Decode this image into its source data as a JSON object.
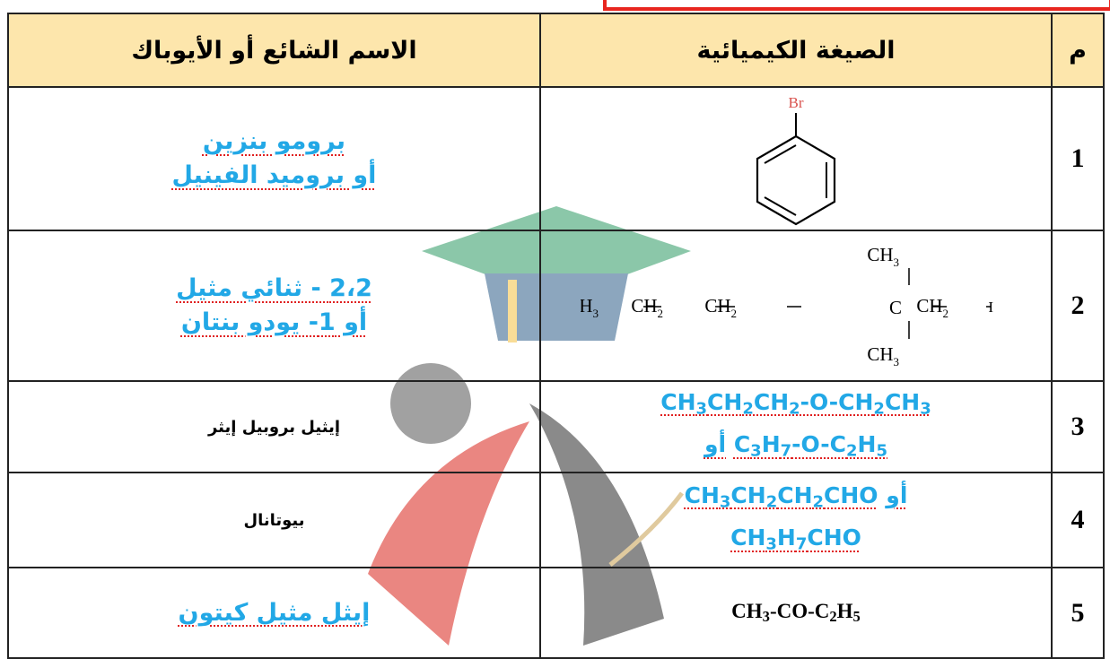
{
  "header": {
    "col_num": "م",
    "col_formula": "الصيغة الكيميائية",
    "col_name": "الاسم الشائع أو الأيوباك"
  },
  "rows": [
    {
      "num": "1",
      "name_line1": "برومو بنزين",
      "name_line2": "أو بروميد الفينيل",
      "structure_label": "Br"
    },
    {
      "num": "2",
      "name_line1": "2،2 - ثنائي مثيل",
      "name_line2": "أو 1- يودو بنتان",
      "structure_labels": {
        "ch3_top": "CH",
        "ch3_bottom": "CH",
        "chain_ch3": "CH",
        "chain_ch2a": "CH",
        "chain_ch2b": "CH",
        "center_c": "C",
        "end_ch2": "CH",
        "iodine": "I",
        "sub3": "3",
        "sub2": "2"
      }
    },
    {
      "num": "3",
      "name": "إيثيل بروبيل إيثر",
      "formula_line1": "CH3CH2CH2-O-CH2CH3",
      "formula_or": "أو",
      "formula_line2": "C3H7-O-C2H5"
    },
    {
      "num": "4",
      "name": "بيوتانال",
      "formula_line1": "CH3CH2CH2CHO",
      "formula_or": "أو",
      "formula_line2": "CH3H7CHO"
    },
    {
      "num": "5",
      "name": "إيثل مثيل كيتون",
      "formula": "CH3-CO-C2H5"
    }
  ],
  "colors": {
    "header_bg": "#fde6ac",
    "accent_blue": "#22a8e6",
    "spell_red": "#e02020",
    "border_red": "#e8261f"
  }
}
